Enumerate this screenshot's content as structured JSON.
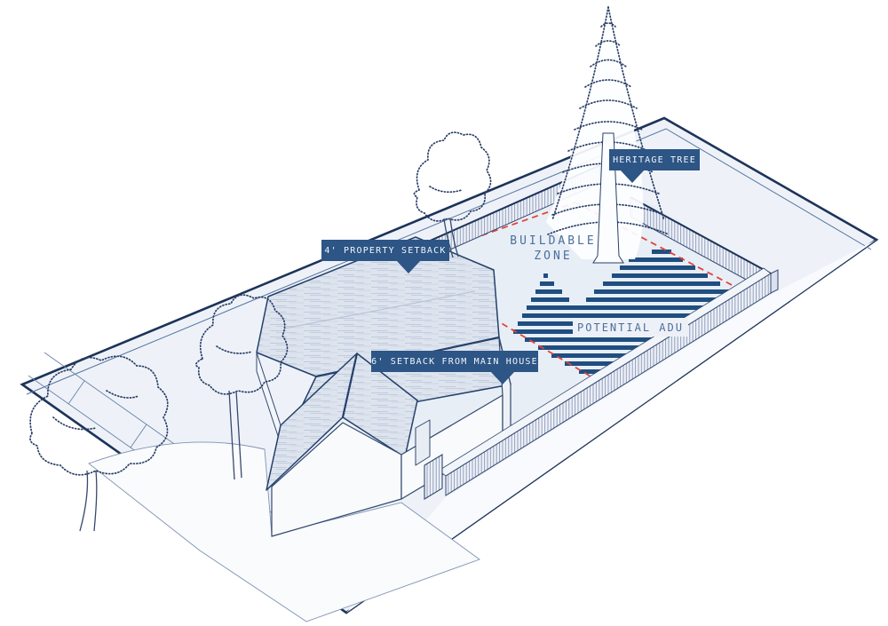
{
  "badges": {
    "heritage_tree": {
      "label": "HERITAGE TREE"
    },
    "property_setback": {
      "label": "4' PROPERTY SETBACK"
    },
    "house_setback": {
      "label": "6' SETBACK FROM MAIN HOUSE"
    }
  },
  "zone_labels": {
    "buildable_zone": {
      "line1": "BUILDABLE",
      "line2": "ZONE"
    },
    "potential_adu": {
      "label": "POTENTIAL ADU"
    }
  },
  "colors": {
    "badge_bg": "#2d5586",
    "badge_text": "#f2f6fa",
    "zone_text": "#4a6f9d",
    "adu_stripe": "#1f4e80",
    "setback_dash": "#e2443c",
    "outline": "#1d3359",
    "floor": "#edf1f7"
  }
}
